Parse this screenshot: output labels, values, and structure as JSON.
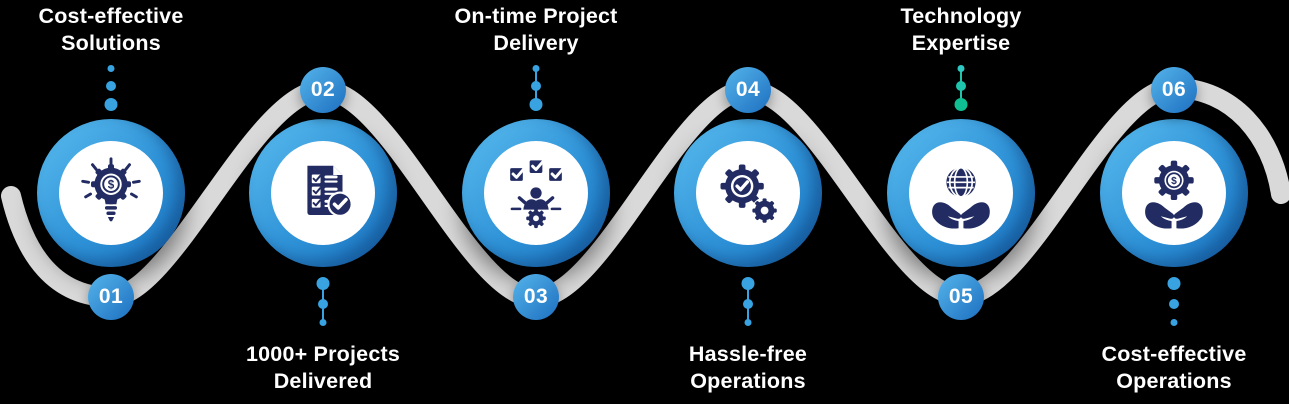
{
  "diagram": {
    "type": "process-flow-infographic",
    "background": "#000000",
    "wave_path_color": "#d9d9d9",
    "steps": [
      {
        "number": "01",
        "label": "Cost-effective Solutions",
        "lines": [
          "Cost-effective",
          "Solutions"
        ],
        "label_position": "top",
        "icon": "lightbulb-gear-dollar-icon",
        "connector_color": "#38a3e0"
      },
      {
        "number": "02",
        "label": "1000+ Projects Delivered",
        "lines": [
          "1000+ Projects",
          "Delivered"
        ],
        "label_position": "bottom",
        "icon": "checklist-document-icon",
        "connector_color": "#38a3e0"
      },
      {
        "number": "03",
        "label": "On-time Project Delivery",
        "lines": [
          "On-time Project",
          "Delivery"
        ],
        "label_position": "top",
        "icon": "task-delegation-gear-icon",
        "connector_color": "#38a3e0"
      },
      {
        "number": "04",
        "label": "Hassle-free Operations",
        "lines": [
          "Hassle-free",
          "Operations"
        ],
        "label_position": "bottom",
        "icon": "double-gear-check-icon",
        "connector_color": "#38a3e0"
      },
      {
        "number": "05",
        "label": "Technology Expertise",
        "lines": [
          "Technology",
          "Expertise"
        ],
        "label_position": "top",
        "icon": "hands-holding-globe-icon",
        "connector_color": "#1ec4ab"
      },
      {
        "number": "06",
        "label": "Cost-effective Operations",
        "lines": [
          "Cost-effective",
          "Operations"
        ],
        "label_position": "bottom",
        "icon": "hands-holding-gear-dollar-icon",
        "connector_color": "#38a3e0"
      }
    ],
    "colors": {
      "circle_ring_gradient_start": "#5abcee",
      "circle_ring_gradient_end": "#1a73c1",
      "badge_gradient_start": "#55b4ea",
      "badge_gradient_end": "#1d6fc0",
      "icon_navy": "#222c62",
      "inner_circle": "#ffffff",
      "label_text": "#ffffff",
      "badge_text": "#ffffff",
      "teal_dot_start": "#2fc9c4",
      "teal_dot_end": "#0fbf92"
    }
  }
}
